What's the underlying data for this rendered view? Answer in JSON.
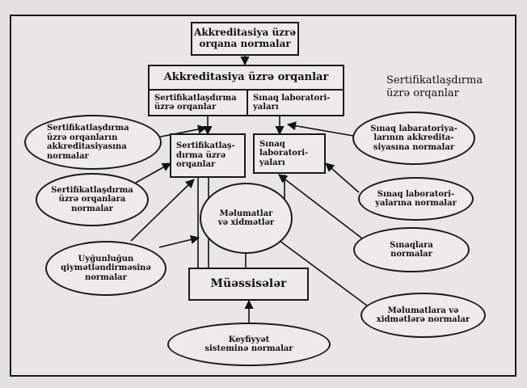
{
  "boxes": {
    "top": "Akkreditasiya üzrə\norqana  normalar",
    "accreditation": "Akkreditasiya üzrə orqanlar",
    "cert_sub": "Sertifikatlaşdırma\nüzrə orqanlar",
    "lab_sub": "Sınaq laboratori-\nyaları",
    "cert_bodies": "Sertifikatlaş-\ndırma üzrə\norqanlar",
    "test_labs": "Sınaq\nlaboratori-\nyaları",
    "enterprises": "Müəssisələr"
  },
  "ellipses": {
    "cert_accr": "Sertifikatlaşdırma\nüzrə orqanların\nakkreditasiyasına\nnormalar",
    "cert_norms": "Sertifikatlaşdırma\nüzrə orqanlara\nnormalar",
    "conformity": "Uyğunluğun\nqiymətləndirməsinə\nnormalar",
    "info_services": "Məlumatlar\nvə xidmətlər",
    "quality": "Keyfiyyət\nsisteminə normalar",
    "lab_accr": "Sınaq labaratoriya-\nlarının akkredita-\nsiyasına normalar",
    "lab_norms": "Sınaq laboratori-\nyalarına normalar",
    "test_norms": "Sınaqlara\nnormalar",
    "info_norms": "Məlumatlara və\nxidmətlərə normalar"
  },
  "labels": {
    "cert_title": "Sertifikatlaşdırma\nüzrə orqanlar"
  }
}
